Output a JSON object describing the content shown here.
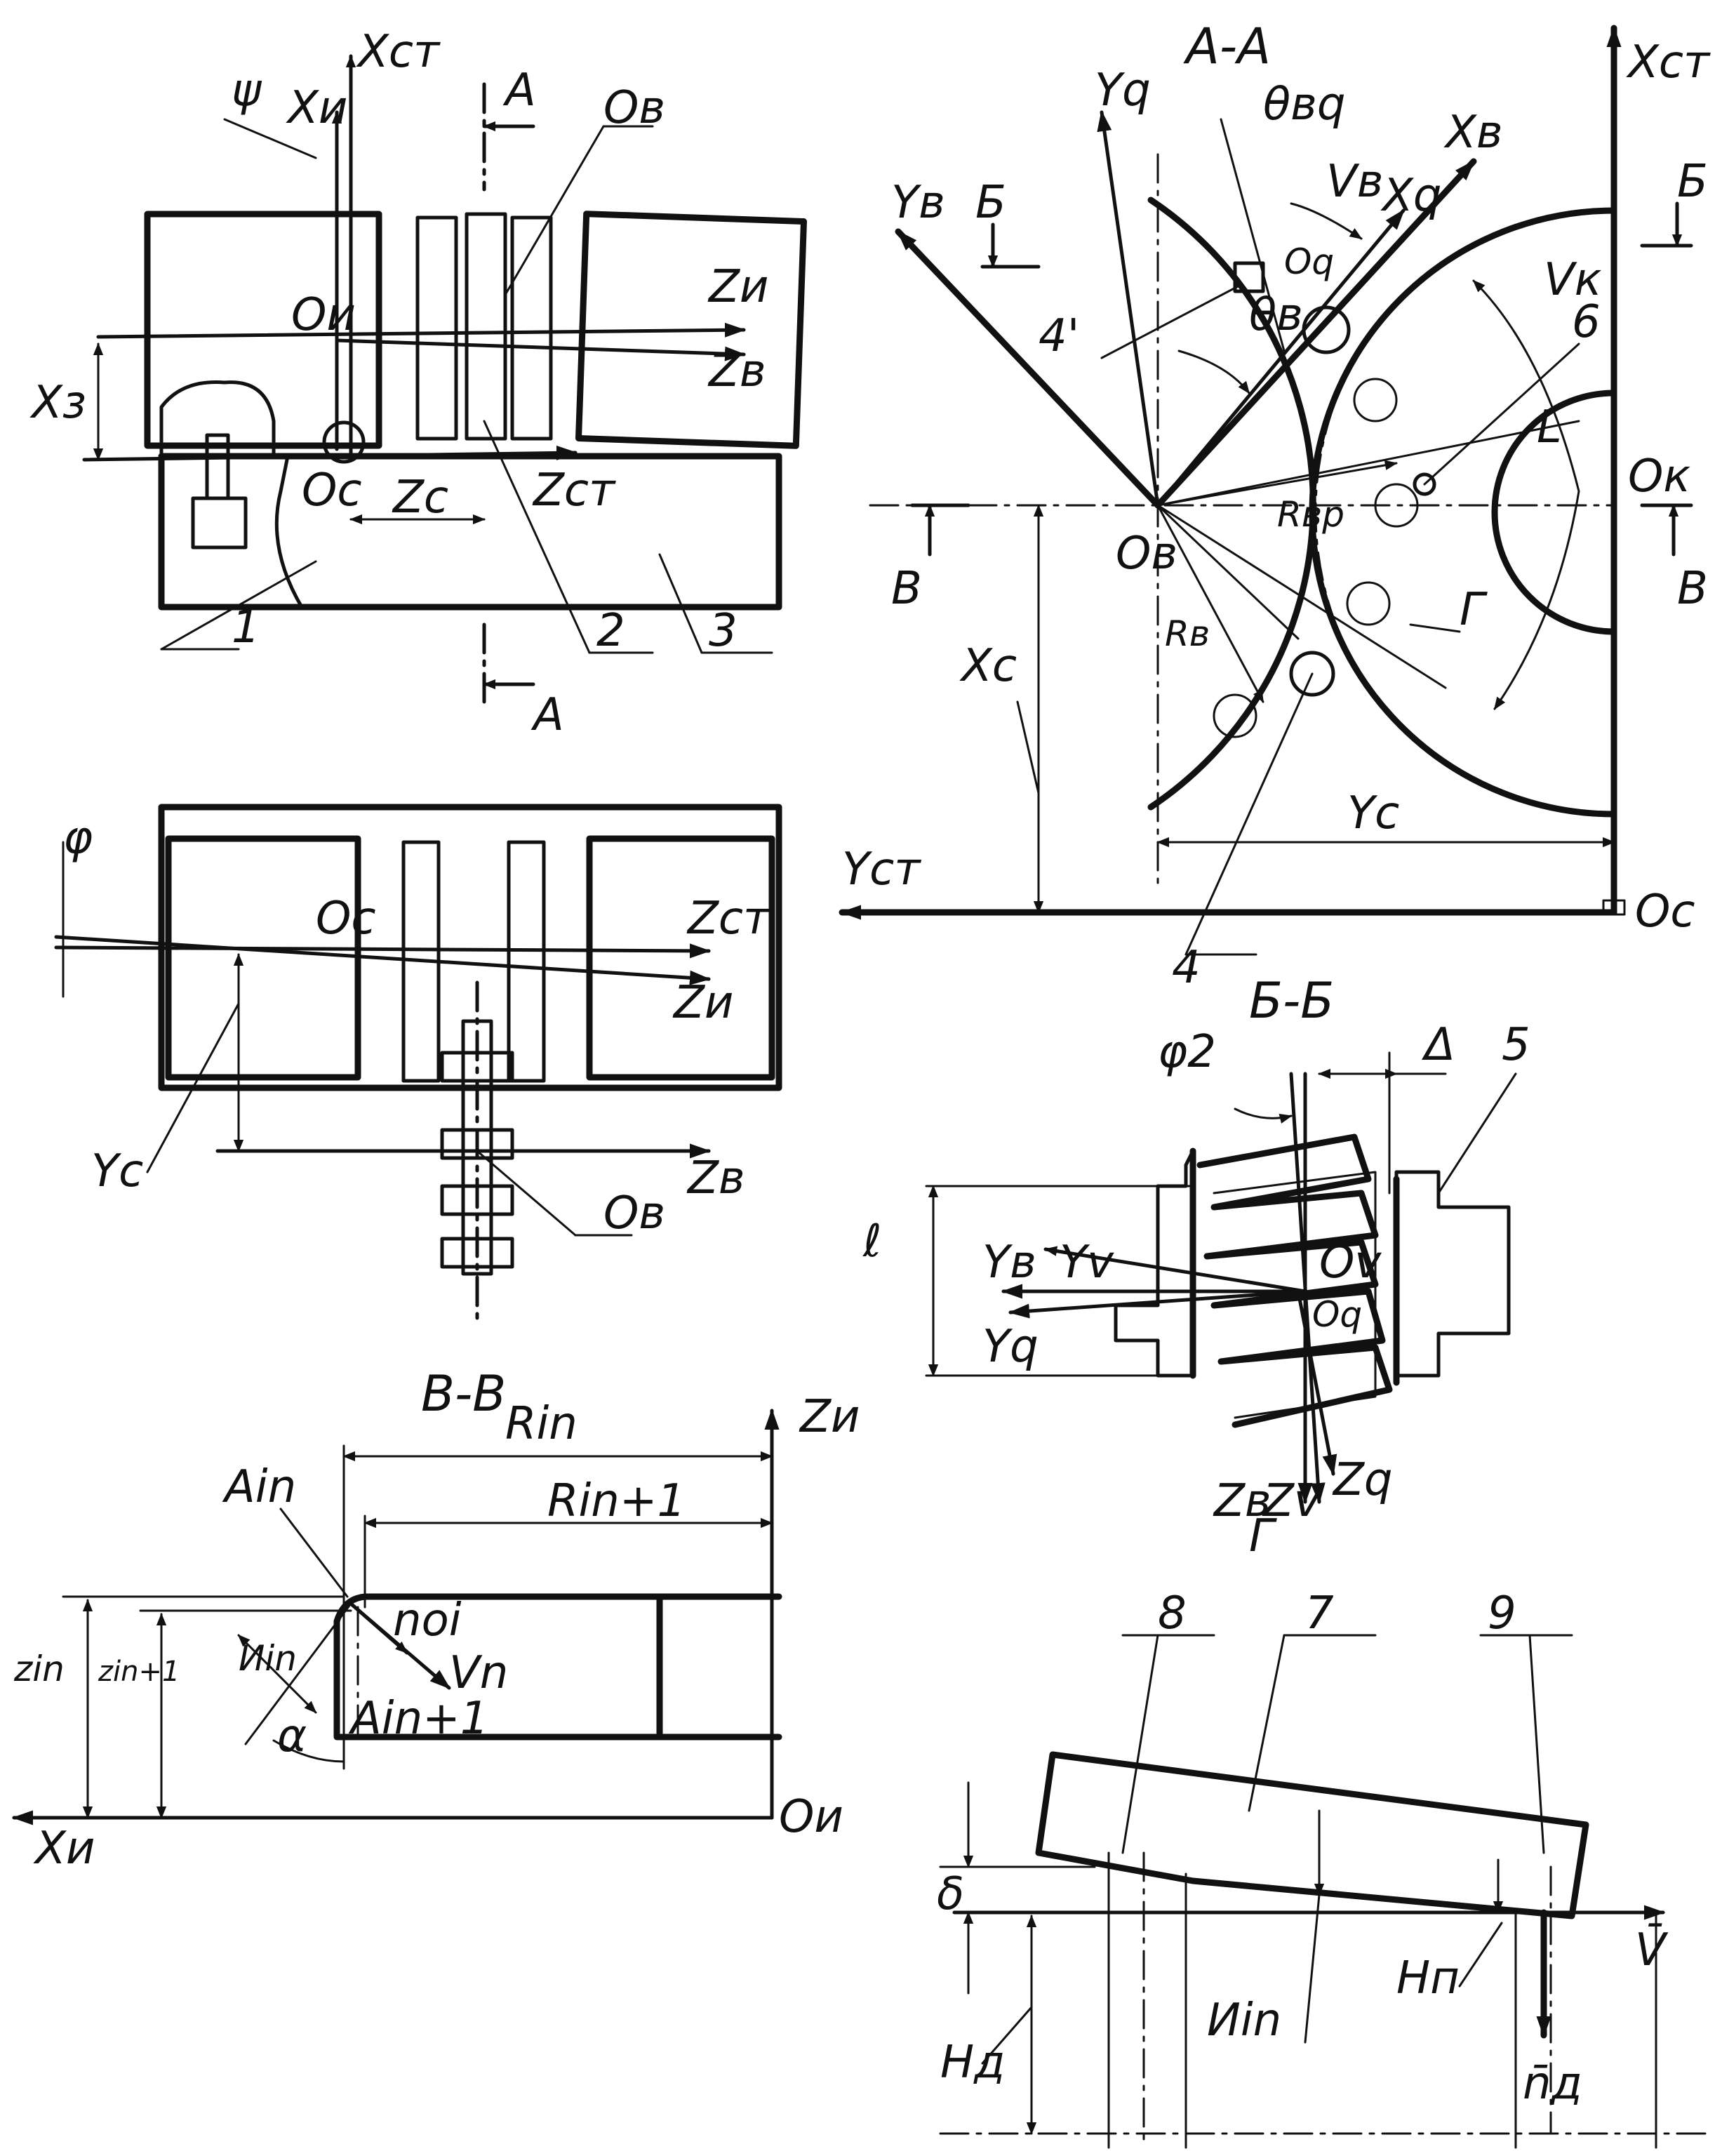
{
  "fig1": {
    "labels": {
      "xst": "Xст",
      "psi": "ψ",
      "xi": "Xи",
      "a_top": "A",
      "a_bot": "A",
      "ob": "Oв",
      "oi": "Oи",
      "zi": "Zи",
      "zb": "Zв",
      "x3": "Xз",
      "oc": "Oс",
      "zc": "Zс",
      "zst": "Zст",
      "n1": "1",
      "n2": "2",
      "n3": "3"
    }
  },
  "fig2": {
    "labels": {
      "phi": "φ",
      "oc": "Oс",
      "zst": "Zст",
      "zi": "Zи",
      "yc": "Yс",
      "zb": "Zв",
      "ob": "Oв"
    }
  },
  "fig3": {
    "title": "В-В",
    "labels": {
      "zi_axis": "Zи",
      "rin": "Rin",
      "rin1": "Rin+1",
      "ain": "Ain",
      "noi": "noi",
      "vn": "Vn",
      "ain1": "Ain+1",
      "hin": "Иin",
      "alpha": "α",
      "zin": "zin",
      "zin1": "zin+1",
      "xi_axis": "Xи",
      "oi": "Oи"
    }
  },
  "fig4": {
    "title": "A-A",
    "labels": {
      "yq": "Yq",
      "theta_bq": "θвq",
      "xb": "Xв",
      "xst": "Xст",
      "yb": "Yв",
      "b_left": "Б",
      "vb": "Vв",
      "xq": "Xq",
      "b_right": "Б",
      "oq": "Oq",
      "vk": "Vк",
      "four_prime": "4'",
      "theta_b": "θв",
      "n6": "6",
      "l": "L",
      "ok": "Oк",
      "rbp": "Rвр",
      "ob": "Oв",
      "v_left": "В",
      "v_right": "В",
      "g": "Г",
      "rb": "Rв",
      "xc": "Xс",
      "yc": "Yс",
      "yst": "Yст",
      "oc": "Oс",
      "n4": "4"
    }
  },
  "fig5": {
    "title": "Б-Б",
    "labels": {
      "phi2": "φ2",
      "delta": "Δ",
      "n5": "5",
      "l": "ℓ",
      "yb": "Yв",
      "yv": "Yv",
      "ov": "Ov",
      "oq": "Oq",
      "yq": "Yq",
      "zb": "Zв",
      "zv": "Zv",
      "zq": "Zq"
    }
  },
  "fig6": {
    "title": "Г",
    "labels": {
      "n8": "8",
      "n7": "7",
      "n9": "9",
      "delta": "δ",
      "v": "V̄",
      "hin": "Иin",
      "hp": "Hп",
      "hd": "Hд",
      "nd": "n̄д"
    }
  }
}
